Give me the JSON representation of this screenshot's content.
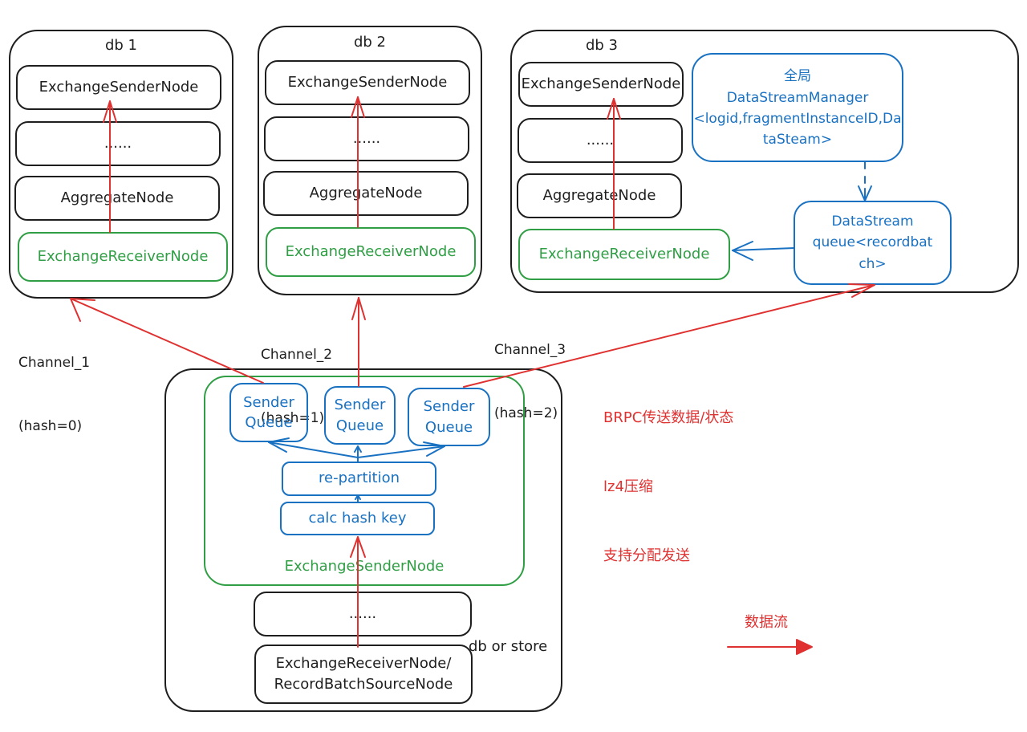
{
  "colors": {
    "stroke": "#1e1e1e",
    "green": "#2f9e44",
    "blue": "#1971c2",
    "red": "#e03131"
  },
  "db1": {
    "title": "db 1",
    "nodes": [
      "ExchangeSenderNode",
      "......",
      "AggregateNode",
      "ExchangeReceiverNode"
    ]
  },
  "db2": {
    "title": "db 2",
    "nodes": [
      "ExchangeSenderNode",
      "......",
      "AggregateNode",
      "ExchangeReceiverNode"
    ]
  },
  "db3": {
    "title": "db 3",
    "nodes": [
      "ExchangeSenderNode",
      "......",
      "AggregateNode",
      "ExchangeReceiverNode"
    ],
    "manager": {
      "line1": "全局",
      "line2": "DataStreamManager",
      "line3": "<logid,fragmentInstanceID,Da",
      "line4": "taSteam>"
    },
    "datastream": {
      "line1": "DataStream",
      "line2": "queue<recordbat",
      "line3": "ch>"
    }
  },
  "channels": [
    {
      "name": "Channel_1",
      "hash": "(hash=0)"
    },
    {
      "name": "Channel_2",
      "hash": "(hash=1)"
    },
    {
      "name": "Channel_3",
      "hash": "(hash=2)"
    }
  ],
  "sender": {
    "queues": [
      {
        "line1": "Sender",
        "line2": "Queue"
      },
      {
        "line1": "Sender",
        "line2": "Queue"
      },
      {
        "line1": "Sender",
        "line2": "Queue"
      }
    ],
    "repartition": "re-partition",
    "calc_hash": "calc hash key",
    "exchange_sender_label": "ExchangeSenderNode",
    "middle": "......",
    "source_line1": "ExchangeReceiverNode/",
    "source_line2": "RecordBatchSourceNode",
    "db_or_store": "db or store"
  },
  "notes": {
    "line1": "BRPC传送数据/状态",
    "line2": "lz4压缩",
    "line3": "支持分配发送"
  },
  "legend": {
    "label": "数据流"
  }
}
